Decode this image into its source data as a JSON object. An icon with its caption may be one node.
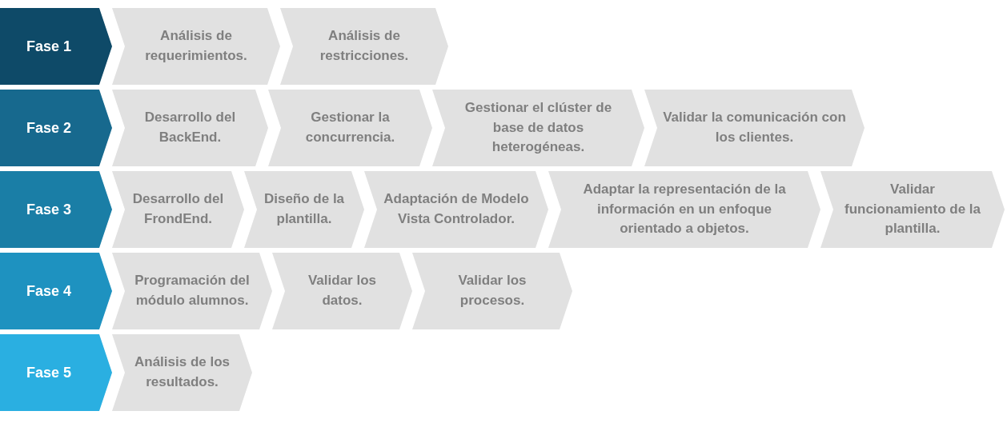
{
  "diagram": {
    "nodes": [
      {
        "text": [
          "Fase 1"
        ]
      },
      {
        "text": [
          "Análisis de requerimientos."
        ]
      },
      {
        "text": [
          "Análisis de restricciones."
        ]
      },
      {
        "text": [
          "Fase 2"
        ]
      },
      {
        "text": [
          "Desarrollo del BackEnd."
        ]
      },
      {
        "text": [
          "Gestionar la concurrencia."
        ]
      },
      {
        "text": [
          "Gestionar el clúster de base de datos heterogéneas."
        ]
      },
      {
        "text": [
          "Validar la comunicación con los clientes."
        ]
      },
      {
        "text": [
          "Fase 3"
        ]
      },
      {
        "text": [
          "Desarrollo del FrondEnd."
        ]
      },
      {
        "text": [
          "Diseño de la plantilla."
        ]
      },
      {
        "text": [
          "Adaptación de Modelo Vista Controlador."
        ]
      },
      {
        "text": [
          "Adaptar la representación de la información en un enfoque orientado a objetos."
        ]
      },
      {
        "text": [
          "Validar funcionamiento de la plantilla."
        ]
      },
      {
        "text": [
          "Fase 4"
        ]
      },
      {
        "text": [
          "Programación del módulo alumnos."
        ]
      },
      {
        "text": [
          "Validar los datos."
        ]
      },
      {
        "text": [
          "Validar los procesos."
        ]
      },
      {
        "text": [
          "Fase 5"
        ]
      },
      {
        "text": [
          "Análisis de los resultados."
        ]
      }
    ],
    "edges": []
  }
}
